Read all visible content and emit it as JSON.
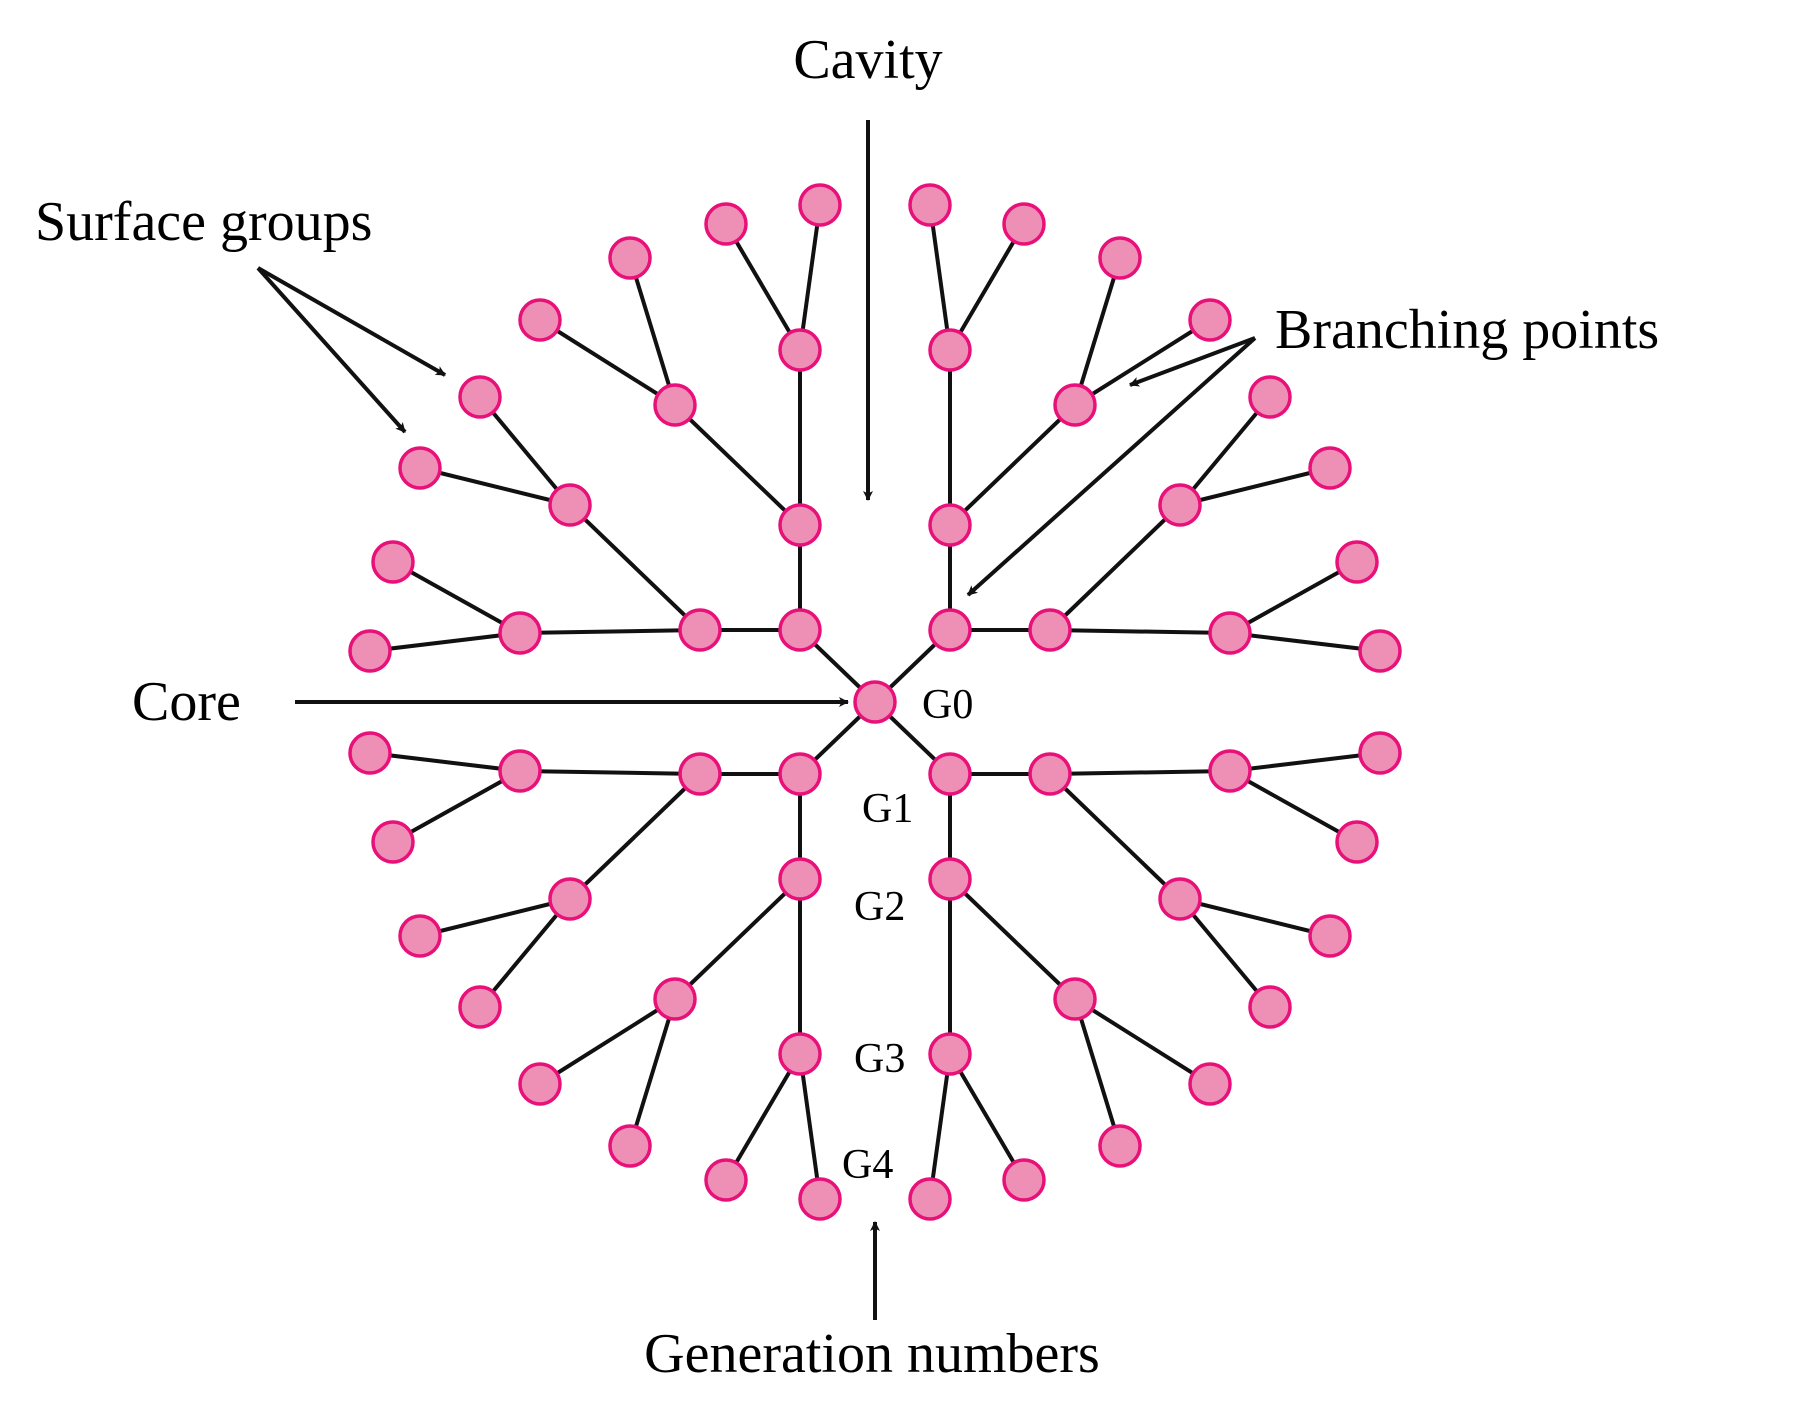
{
  "labels": {
    "cavity": "Cavity",
    "surface_groups": "Surface groups",
    "branching_points": "Branching points",
    "core": "Core",
    "generation_numbers": "Generation numbers"
  },
  "generations": [
    "G0",
    "G1",
    "G2",
    "G3",
    "G4"
  ],
  "colors": {
    "node_fill": "#EE8FB5",
    "node_stroke": "#E8117A",
    "line": "#111111",
    "text": "#000000"
  }
}
